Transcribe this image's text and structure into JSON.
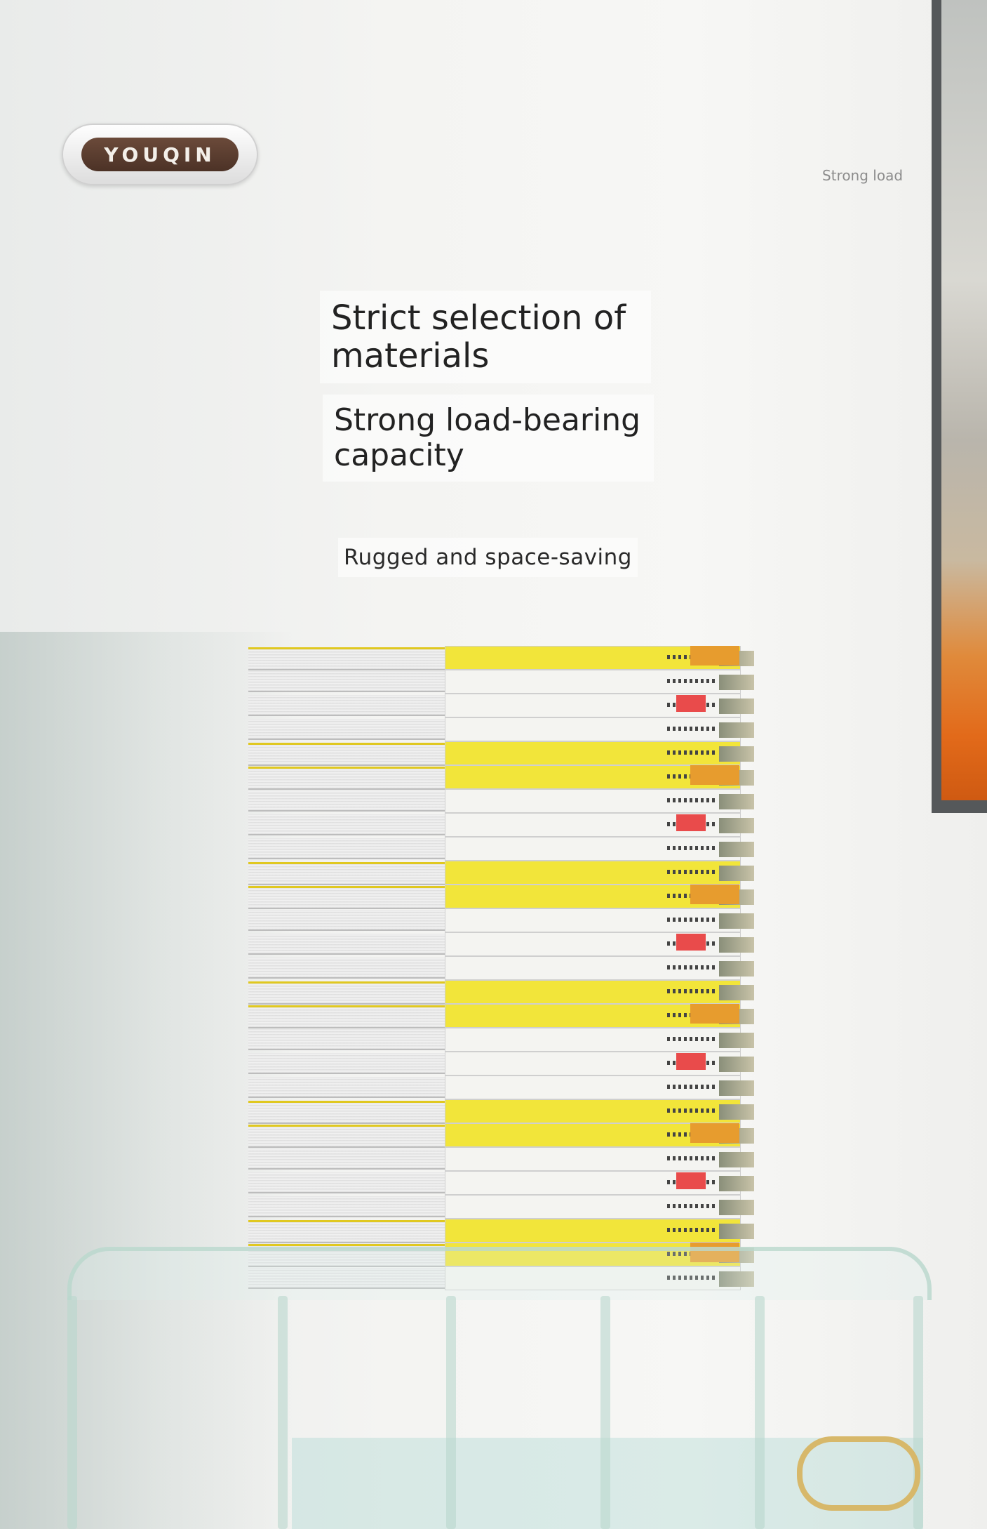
{
  "brand": {
    "logo_text": "YOUQIN"
  },
  "corner_label": "Strong load",
  "headline": "Strict selection of materials",
  "subheadline": "Strong load-bearing capacity",
  "tagline": "Rugged and space-saving",
  "colors": {
    "book_yellow": "#f2e53a",
    "accent_red": "#e94b4b",
    "accent_orange": "#e79c2e",
    "acrylic": "#b9d7cd",
    "logo_brown": "#5a3c2e"
  }
}
